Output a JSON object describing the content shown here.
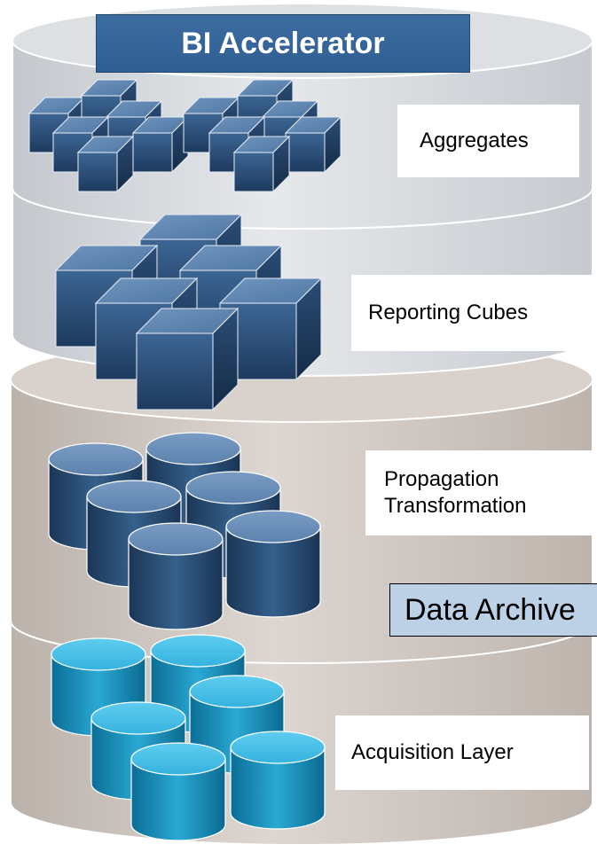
{
  "title": "BI Accelerator",
  "layers": [
    {
      "label": "Aggregates",
      "icon": "small-cube-icon"
    },
    {
      "label": "Reporting Cubes",
      "icon": "cube-icon"
    },
    {
      "label": "Propagation\nTransformation",
      "icon": "dark-cylinder-icon"
    },
    {
      "label": "Data Archive",
      "icon": "archive-band"
    },
    {
      "label": "Acquisition Layer",
      "icon": "cyan-cylinder-icon"
    }
  ],
  "colors": {
    "top_disks": "#d7dade",
    "bottom_disks": "#cfc6c0",
    "cube_face": "#2f5584",
    "dark_cylinder": "#2e5479",
    "cyan_cylinder": "#2a9ec6",
    "title_bg": "#2f5e92",
    "archive_bg": "#bcd0e6"
  }
}
